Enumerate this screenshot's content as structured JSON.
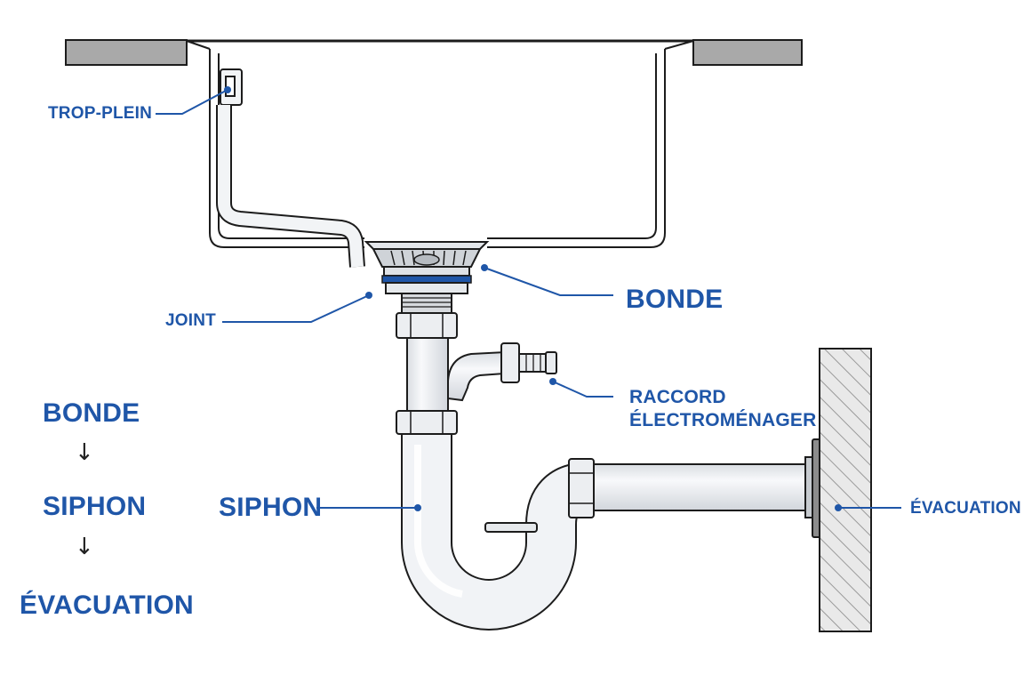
{
  "labels": {
    "trop_plein": "TROP-PLEIN",
    "joint": "JOINT",
    "bonde": "BONDE",
    "raccord_line1": "RACCORD",
    "raccord_line2": "ÉLECTROMÉNAGER",
    "siphon": "SIPHON",
    "evacuation": "ÉVACUATION"
  },
  "flow": {
    "steps": [
      "BONDE",
      "SIPHON",
      "ÉVACUATION"
    ],
    "arrow": "↓"
  },
  "colors": {
    "label": "#1f56a8",
    "outline": "#1c1c1c",
    "pipe": "#eef1f4",
    "countertop": "#a9a9a9",
    "wall": "#e6e6e6",
    "flange": "#8c8c8c",
    "seal": "#1f56a8"
  }
}
